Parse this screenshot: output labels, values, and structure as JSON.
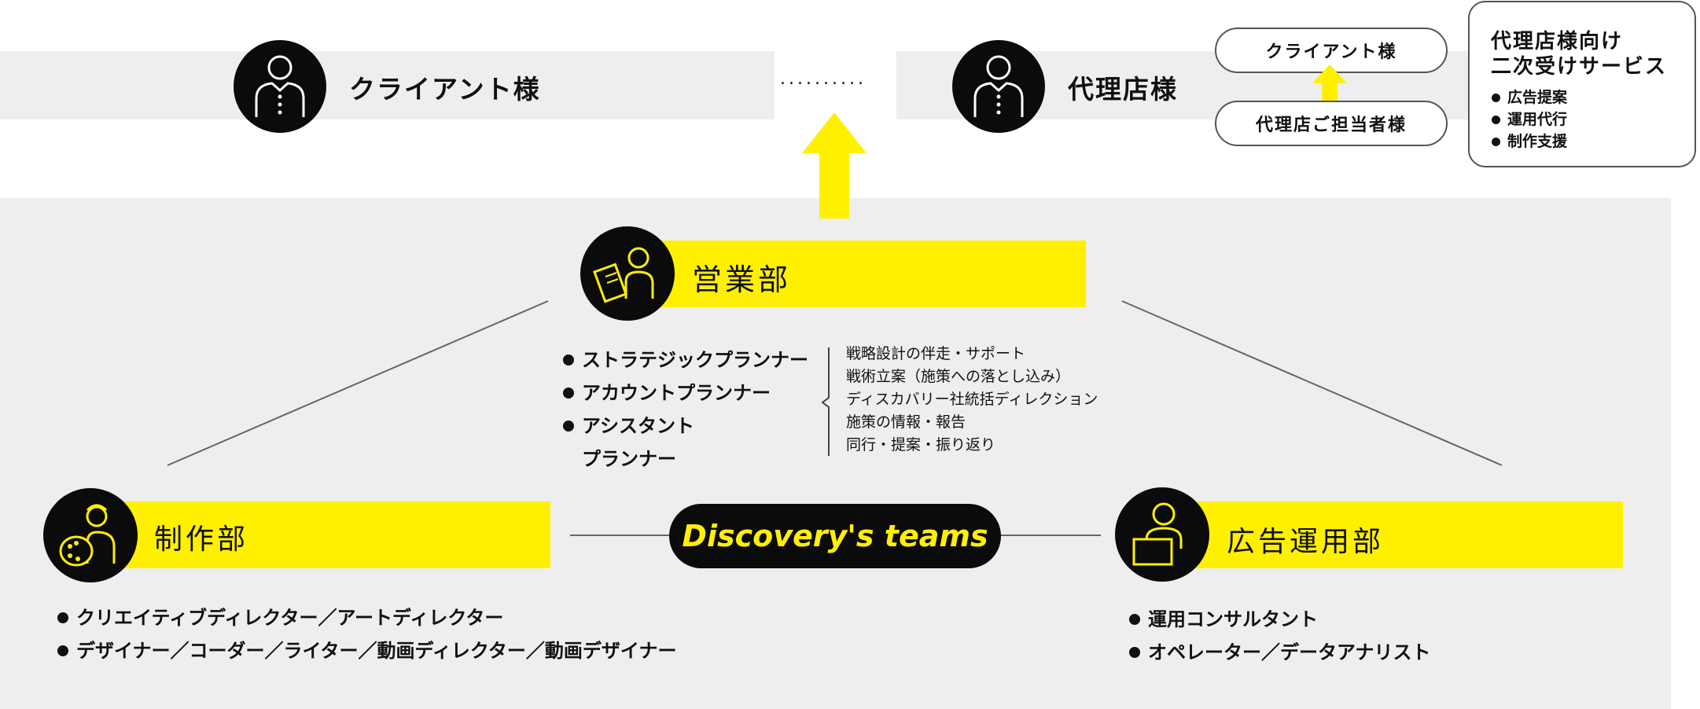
{
  "top": {
    "client": {
      "label": "クライアント様",
      "icon": "person-icon"
    },
    "agency": {
      "label": "代理店様",
      "icon": "person-icon"
    },
    "connector": "..........",
    "flow": {
      "top_label": "クライアント様",
      "bottom_label": "代理店ご担当者様"
    },
    "service_box": {
      "title": [
        "代理店様向け",
        "二次受けサービス"
      ],
      "items": [
        "広告提案",
        "運用代行",
        "制作支援"
      ]
    }
  },
  "sales": {
    "label": "営業部",
    "icon": "document-person-icon",
    "roles": [
      "ストラテジックプランナー",
      "アカウントプランナー",
      "アシスタント"
    ],
    "roles_continuation": "プランナー",
    "tasks": [
      "戦略設計の伴走・サポート",
      "戦術立案（施策への落とし込み）",
      "ディスカバリー社統括ディレクション",
      "施策の情報・報告",
      "同行・提案・振り返り"
    ]
  },
  "creative": {
    "label": "制作部",
    "icon": "palette-person-icon",
    "roles": [
      "クリエイティブディレクター／アートディレクター",
      "デザイナー／コーダー／ライター／動画ディレクター／動画デザイナー"
    ]
  },
  "ads": {
    "label": "広告運用部",
    "icon": "laptop-person-icon",
    "roles": [
      "運用コンサルタント",
      "オペレーター／データアナリスト"
    ]
  },
  "center": {
    "label": "Discovery's teams"
  },
  "colors": {
    "accent": "#fff000",
    "dark": "#0b0b0b",
    "band": "#eeeeee",
    "text": "#111111"
  }
}
